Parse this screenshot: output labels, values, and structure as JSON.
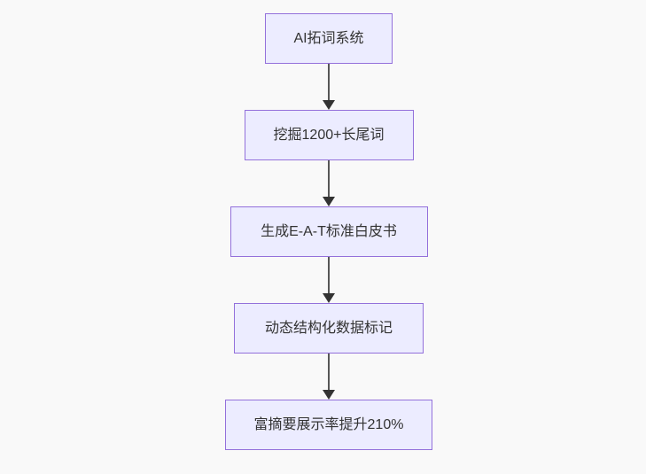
{
  "canvas": {
    "background": "#f9f9f9"
  },
  "flowchart": {
    "type": "flowchart-top-down",
    "node_fill": "#ECECFF",
    "node_border": "#9370DB",
    "text_color": "#333333",
    "arrow_color": "#333333",
    "nodes": [
      {
        "id": "n1",
        "label": "AI拓词系统"
      },
      {
        "id": "n2",
        "label": "挖掘1200+长尾词"
      },
      {
        "id": "n3",
        "label": "生成E-A-T标准白皮书"
      },
      {
        "id": "n4",
        "label": "动态结构化数据标记"
      },
      {
        "id": "n5",
        "label": "富摘要展示率提升210%"
      }
    ],
    "edges": [
      {
        "from": "n1",
        "to": "n2",
        "direction": "down"
      },
      {
        "from": "n2",
        "to": "n3",
        "direction": "down"
      },
      {
        "from": "n3",
        "to": "n4",
        "direction": "down"
      },
      {
        "from": "n4",
        "to": "n5",
        "direction": "down"
      }
    ]
  }
}
